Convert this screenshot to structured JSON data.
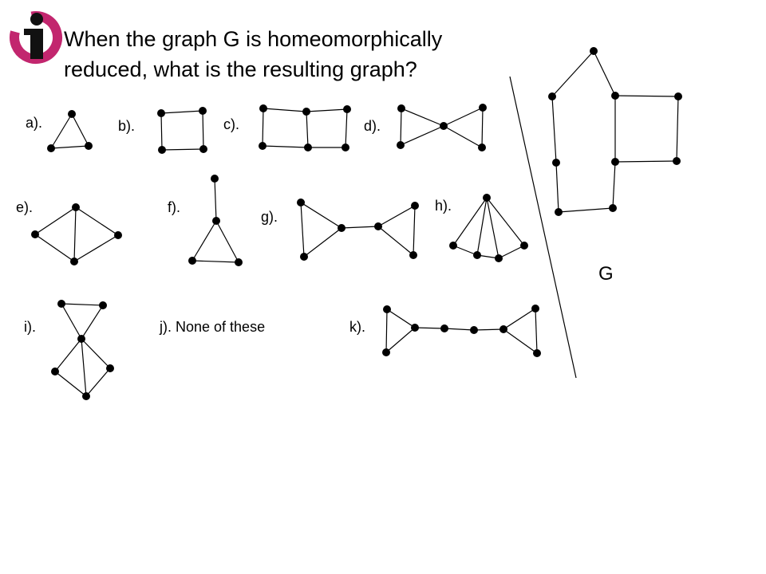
{
  "title_line1": "When the graph G is homeomorphically",
  "title_line2": "reduced, what is the resulting graph?",
  "logo_icon": "info-person-icon",
  "options": {
    "a": "a).",
    "b": "b).",
    "c": "c).",
    "d": "d).",
    "e": "e).",
    "f": "f).",
    "g": "g).",
    "h": "h).",
    "i": "i).",
    "j": "j). None of these",
    "k": "k)."
  },
  "graph_label": "G",
  "colors": {
    "logo_accent": "#c2266e",
    "ink": "#000000"
  }
}
